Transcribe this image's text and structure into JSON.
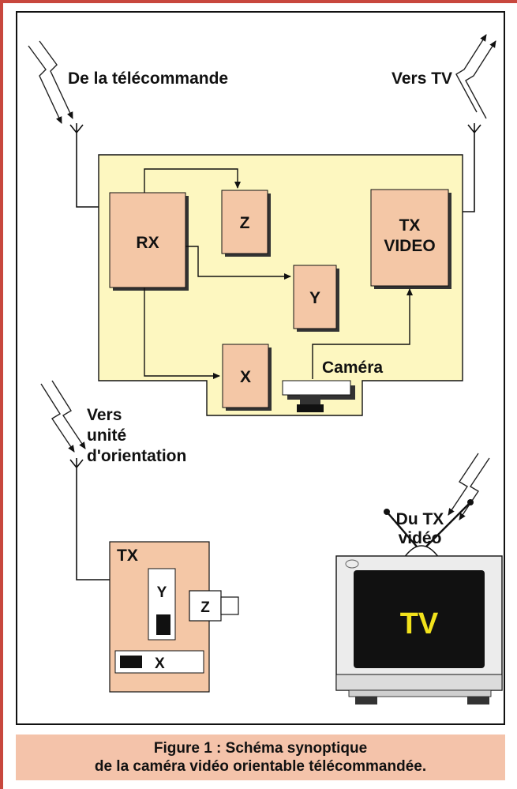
{
  "labels": {
    "from_remote": "De la télécommande",
    "to_tv": "Vers TV",
    "to_orient_line1": "Vers",
    "to_orient_line2": "unité",
    "to_orient_line3": "d'orientation",
    "from_tx_line1": "Du TX",
    "from_tx_line2": "vidéo",
    "camera": "Caméra"
  },
  "blocks": {
    "rx": "RX",
    "z": "Z",
    "y": "Y",
    "x": "X",
    "tx_video_line1": "TX",
    "tx_video_line2": "VIDEO",
    "tx": "TX",
    "tx_y": "Y",
    "tx_z": "Z",
    "tx_x": "X",
    "tv": "TV"
  },
  "caption": {
    "line1": "Figure 1 : Schéma synoptique",
    "line2": "de la caméra vidéo orientable télécommandée."
  },
  "colors": {
    "frame": "#c8473d",
    "board": "#fdf7c0",
    "block": "#f4c7a6",
    "caption_bg": "#f4c3aa",
    "tv_text": "#f2e21c"
  }
}
